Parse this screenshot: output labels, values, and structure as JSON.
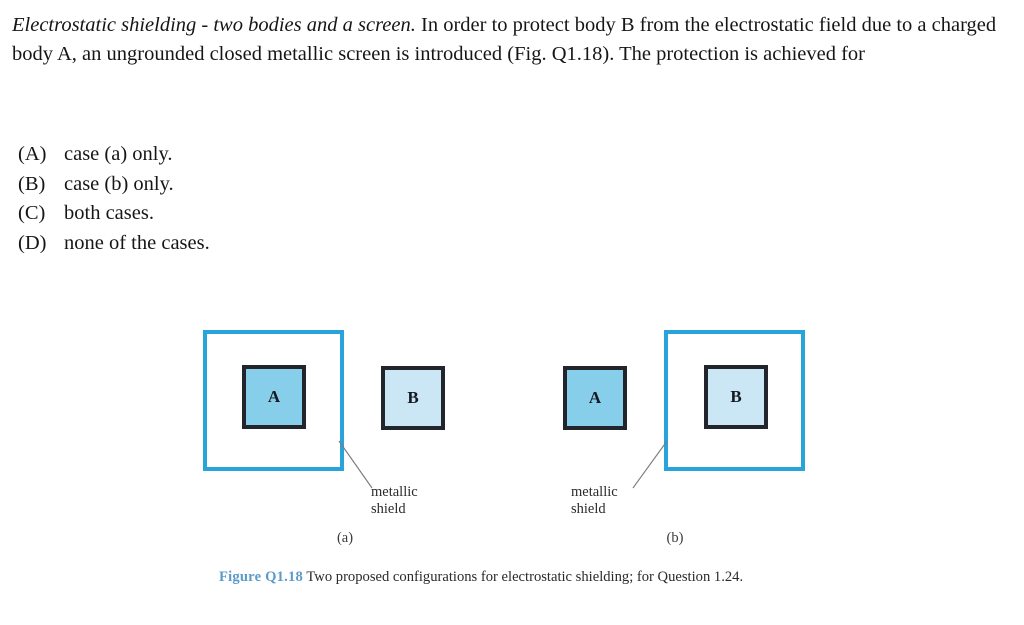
{
  "page": {
    "background_color": "#ffffff",
    "text_color": "#161616"
  },
  "question": {
    "title": "Electrostatic shielding - two bodies and a screen.",
    "body": " In order to protect body B from the electrostatic field due to a charged body A, an ungrounded closed metallic screen is introduced (Fig. Q1.18). The protection is achieved for",
    "options": [
      {
        "key": "(A)",
        "label": "case (a) only."
      },
      {
        "key": "(B)",
        "label": "case (b) only."
      },
      {
        "key": "(C)",
        "label": "both cases."
      },
      {
        "key": "(D)",
        "label": "none of the cases."
      }
    ]
  },
  "figure": {
    "shield_color": "#29A4DB",
    "body_border_color": "#22252B",
    "body_a_fill": "#87CEEB",
    "body_b_fill": "#CBE7F6",
    "leader_color": "#7A7A7A",
    "panels": [
      {
        "id": "panel-a",
        "panel_label": "(a)",
        "callout_label": "metallic\nshield",
        "shielded_body": "A",
        "unshielded_body": "B",
        "body_a_label": "A",
        "body_b_label": "B"
      },
      {
        "id": "panel-b",
        "panel_label": "(b)",
        "callout_label": "metallic\nshield",
        "shielded_body": "B",
        "unshielded_body": "A",
        "body_a_label": "A",
        "body_b_label": "B"
      }
    ]
  },
  "caption": {
    "lead": "Figure Q1.18",
    "text": " Two proposed configurations for electrostatic shielding; for Question 1.24."
  }
}
